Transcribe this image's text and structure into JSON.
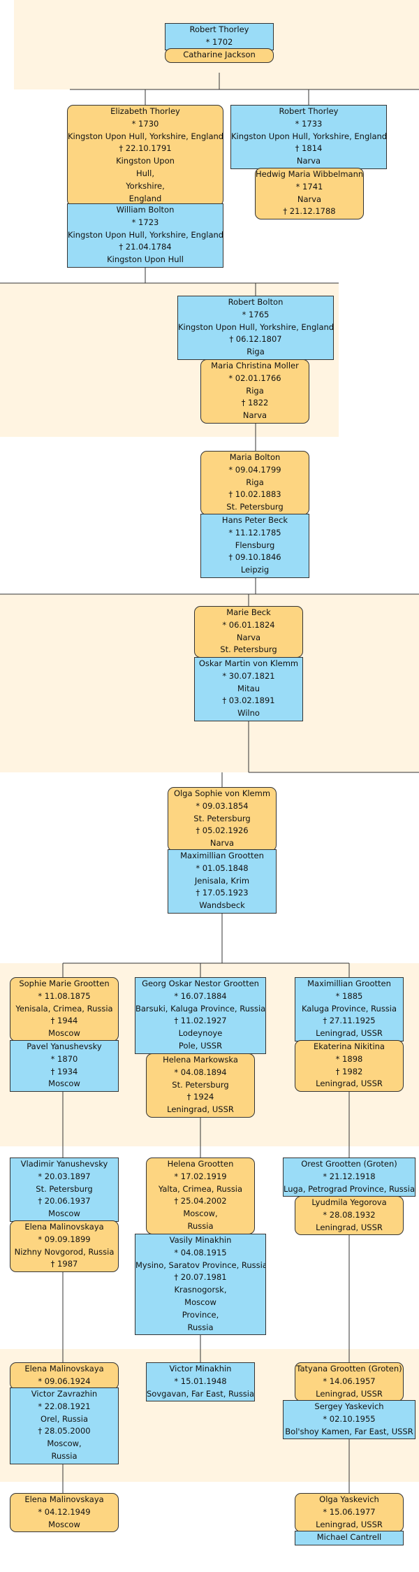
{
  "people": {
    "robert_thorley_1702": [
      "Robert Thorley",
      "*  1702"
    ],
    "catharine_jackson": [
      "Catharine Jackson"
    ],
    "elizabeth_thorley": [
      "Elizabeth Thorley",
      "*  1730",
      "Kingston Upon Hull, Yorkshire, England",
      "† 22.10.1791",
      "Kingston Upon",
      "Hull,",
      "Yorkshire,",
      "England"
    ],
    "william_bolton": [
      "William Bolton",
      "*  1723",
      "Kingston Upon Hull, Yorkshire, England",
      "† 21.04.1784",
      "Kingston Upon Hull"
    ],
    "robert_thorley_1733": [
      "Robert Thorley",
      "*  1733",
      "Kingston Upon Hull, Yorkshire, England",
      "† 1814",
      "Narva"
    ],
    "hedwig_wibbelmann": [
      "Hedwig Maria Wibbelmann",
      "*  1741",
      "Narva",
      "† 21.12.1788"
    ],
    "robert_bolton": [
      "Robert Bolton",
      "*  1765",
      "Kingston Upon Hull, Yorkshire, England",
      "† 06.12.1807",
      "Riga"
    ],
    "maria_christina_moller": [
      "Maria Christina Moller",
      "*  02.01.1766",
      "Riga",
      "† 1822",
      "Narva"
    ],
    "maria_bolton": [
      "Maria Bolton",
      "*  09.04.1799",
      "Riga",
      "† 10.02.1883",
      "St. Petersburg"
    ],
    "hans_peter_beck": [
      "Hans Peter Beck",
      "*  11.12.1785",
      "Flensburg",
      "† 09.10.1846",
      "Leipzig"
    ],
    "marie_beck": [
      "Marie Beck",
      "*  06.01.1824",
      "Narva",
      "St. Petersburg"
    ],
    "oskar_martin_von_klemm": [
      "Oskar Martin von Klemm",
      "*  30.07.1821",
      "Mitau",
      "† 03.02.1891",
      "Wilno"
    ],
    "olga_sophie_von_klemm": [
      "Olga Sophie von Klemm",
      "*  09.03.1854",
      "St. Petersburg",
      "† 05.02.1926",
      "Narva"
    ],
    "maximillian_grootten_1848": [
      "Maximillian Grootten",
      "*  01.05.1848",
      "Jenisala, Krim",
      "† 17.05.1923",
      "Wandsbeck"
    ],
    "sophie_marie_grootten": [
      "Sophie Marie Grootten",
      "*  11.08.1875",
      "Yenisala, Crimea, Russia",
      "† 1944",
      "Moscow"
    ],
    "pavel_yanushevsky": [
      "Pavel Yanushevsky",
      "*  1870",
      "† 1934",
      "Moscow"
    ],
    "georg_oskar_nestor_grootten": [
      "Georg Oskar Nestor Grootten",
      "*  16.07.1884",
      "Barsuki, Kaluga Province, Russia",
      "† 11.02.1927",
      "Lodeynoye",
      "Pole, USSR"
    ],
    "helena_markowska": [
      "Helena Markowska",
      "*  04.08.1894",
      "St. Petersburg",
      "† 1924",
      "Leningrad, USSR"
    ],
    "maximillian_grootten_1885": [
      "Maximillian Grootten",
      "*  1885",
      "Kaluga Province, Russia",
      "† 27.11.1925",
      "Leningrad, USSR"
    ],
    "ekaterina_nikitina": [
      "Ekaterina Nikitina",
      "*  1898",
      "† 1982",
      "Leningrad, USSR"
    ],
    "vladimir_yanushevsky": [
      "Vladimir Yanushevsky",
      "*  20.03.1897",
      "St. Petersburg",
      "† 20.06.1937",
      "Moscow"
    ],
    "elena_malinovskaya_1899": [
      "Elena Malinovskaya",
      "*  09.09.1899",
      "Nizhny Novgorod, Russia",
      "† 1987"
    ],
    "helena_grootten": [
      "Helena Grootten",
      "*  17.02.1919",
      "Yalta, Crimea, Russia",
      "† 25.04.2002",
      "Moscow,",
      "Russia"
    ],
    "vasily_minakhin": [
      "Vasily Minakhin",
      "*  04.08.1915",
      "Mysino, Saratov Province, Russia",
      "† 20.07.1981",
      "Krasnogorsk,",
      "Moscow",
      "Province,",
      "Russia"
    ],
    "orest_grootten": [
      "Orest Grootten (Groten)",
      "*  21.12.1918",
      "Luga, Petrograd Province, Russia"
    ],
    "lyudmila_yegorova": [
      "Lyudmila Yegorova",
      "*  28.08.1932",
      "Leningrad, USSR"
    ],
    "elena_malinovskaya_1924": [
      "Elena Malinovskaya",
      "*  09.06.1924"
    ],
    "victor_zavrazhin": [
      "Victor Zavrazhin",
      "*  22.08.1921",
      "Orel, Russia",
      "† 28.05.2000",
      "Moscow,",
      "Russia"
    ],
    "victor_minakhin": [
      "Victor Minakhin",
      "*  15.01.1948",
      "Sovgavan, Far East, Russia"
    ],
    "tatyana_grootten": [
      "Tatyana Grootten (Groten)",
      "*  14.06.1957",
      "Leningrad, USSR"
    ],
    "sergey_yaskevich": [
      "Sergey Yaskevich",
      "*  02.10.1955",
      "Bol'shoy Kamen, Far East, USSR"
    ],
    "elena_malinovskaya_1949": [
      "Elena Malinovskaya",
      "*  04.12.1949",
      "Moscow"
    ],
    "olga_yaskevich": [
      "Olga Yaskevich",
      "*  15.06.1977",
      "Leningrad, USSR"
    ],
    "michael_cantrell": [
      "Michael Cantrell"
    ]
  },
  "colors": {
    "male_fill": "#9adcf7",
    "female_fill": "#fdd581",
    "band_fill": "#fff4e1",
    "line": "#333333"
  }
}
